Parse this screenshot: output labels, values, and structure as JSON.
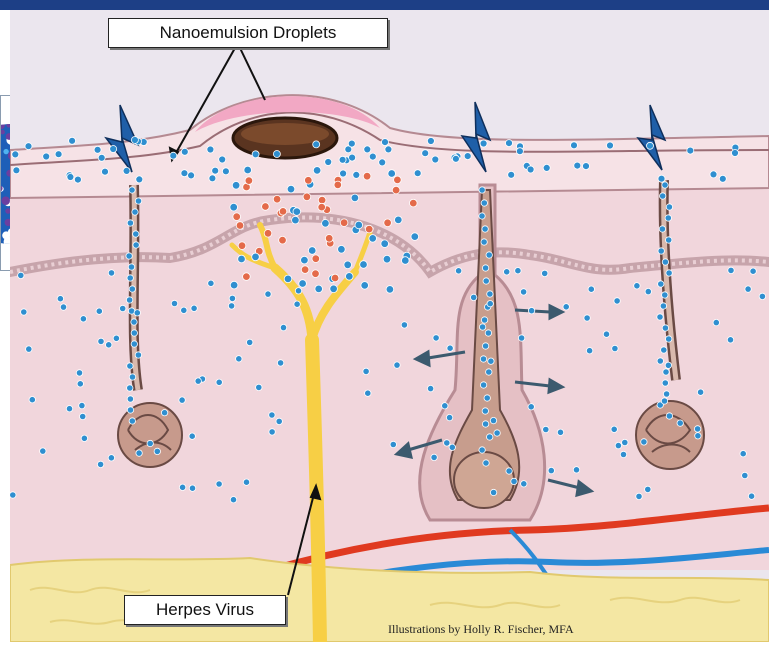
{
  "labels": {
    "nanoemulsion": "Nanoemulsion Droplets",
    "herpes": "Herpes Virus"
  },
  "credit": "Illustrations by Holly R. Fischer, MFA",
  "colors": {
    "header_bar": "#1d3f86",
    "droplet_blue": "#2f8fd0",
    "droplet_red": "#e46a4a",
    "virus_yellow": "#f7cf45",
    "blood_red": "#e03a20",
    "blood_blue": "#2a8ad6",
    "fat_yellow": "#f4e7a3",
    "skin_pink": "#f0d2d8"
  }
}
